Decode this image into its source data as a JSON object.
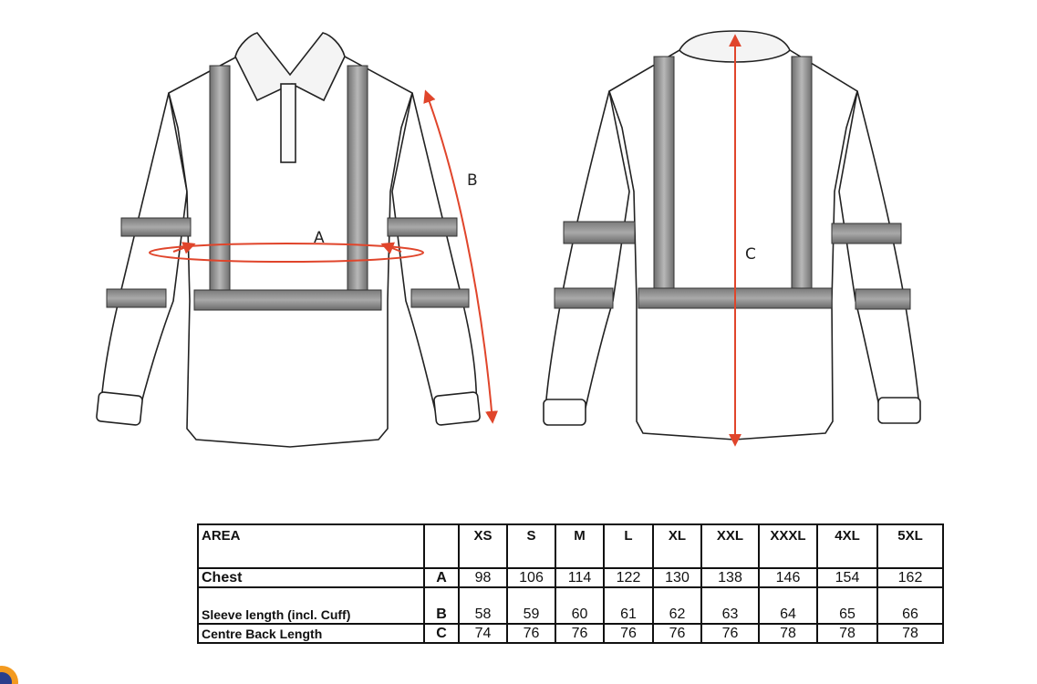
{
  "diagram": {
    "labels": {
      "a": "A",
      "b": "B",
      "c": "C"
    },
    "colors": {
      "arrow": "#e0452b",
      "outline": "#222222",
      "reflective_band": "#8c8c8c"
    }
  },
  "table": {
    "header": {
      "area": "AREA",
      "code": "",
      "sizes": [
        "XS",
        "S",
        "M",
        "L",
        "XL",
        "XXL",
        "XXXL",
        "4XL",
        "5XL"
      ]
    },
    "rows": [
      {
        "name": "Chest",
        "code": "A",
        "values": [
          "98",
          "106",
          "114",
          "122",
          "130",
          "138",
          "146",
          "154",
          "162"
        ]
      },
      {
        "name": "Sleeve length (incl. Cuff)",
        "code": "B",
        "values": [
          "58",
          "59",
          "60",
          "61",
          "62",
          "63",
          "64",
          "65",
          "66"
        ]
      },
      {
        "name": "Centre Back Length",
        "code": "C",
        "values": [
          "74",
          "76",
          "76",
          "76",
          "76",
          "76",
          "78",
          "78",
          "78"
        ]
      }
    ]
  }
}
